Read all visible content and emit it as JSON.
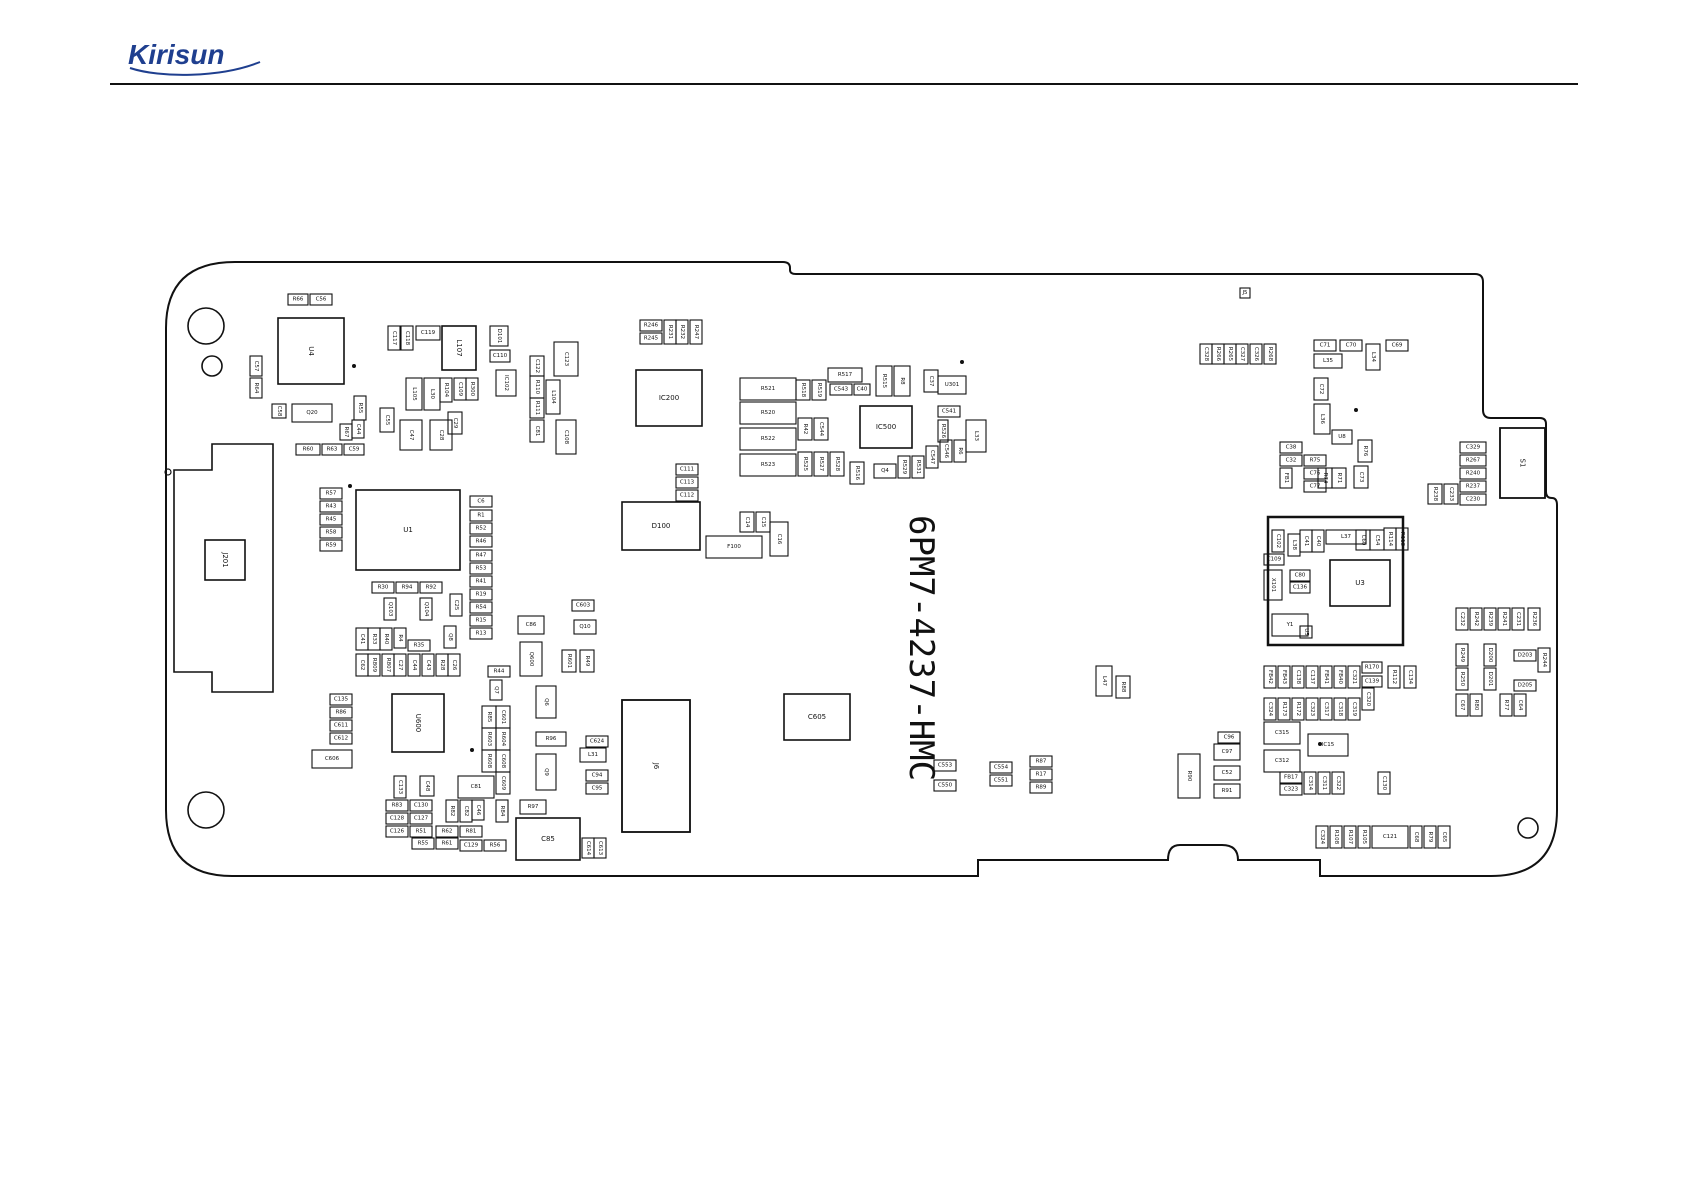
{
  "brand": {
    "logo_text": "Kirisun"
  },
  "board": {
    "part_number": "6PM7-4237-HMC",
    "components": [
      {
        "ref": "R66"
      },
      {
        "ref": "C56"
      },
      {
        "ref": "U4"
      },
      {
        "ref": "C57"
      },
      {
        "ref": "R64"
      },
      {
        "ref": "C58"
      },
      {
        "ref": "Q20"
      },
      {
        "ref": "C117"
      },
      {
        "ref": "C118"
      },
      {
        "ref": "C119"
      },
      {
        "ref": "L107"
      },
      {
        "ref": "D101"
      },
      {
        "ref": "C110"
      },
      {
        "ref": "IC102"
      },
      {
        "ref": "C122"
      },
      {
        "ref": "C123"
      },
      {
        "ref": "R110"
      },
      {
        "ref": "R111"
      },
      {
        "ref": "L104"
      },
      {
        "ref": "C81"
      },
      {
        "ref": "C108"
      },
      {
        "ref": "L105"
      },
      {
        "ref": "L30"
      },
      {
        "ref": "R104"
      },
      {
        "ref": "C109"
      },
      {
        "ref": "R300"
      },
      {
        "ref": "C29"
      },
      {
        "ref": "C28"
      },
      {
        "ref": "C47"
      },
      {
        "ref": "C55"
      },
      {
        "ref": "R55"
      },
      {
        "ref": "R67"
      },
      {
        "ref": "C44"
      },
      {
        "ref": "R60"
      },
      {
        "ref": "R63"
      },
      {
        "ref": "C59"
      },
      {
        "ref": "J201"
      },
      {
        "ref": "R57"
      },
      {
        "ref": "R43"
      },
      {
        "ref": "R45"
      },
      {
        "ref": "R58"
      },
      {
        "ref": "R59"
      },
      {
        "ref": "U1"
      },
      {
        "ref": "C6"
      },
      {
        "ref": "R1"
      },
      {
        "ref": "R52"
      },
      {
        "ref": "R46"
      },
      {
        "ref": "R47"
      },
      {
        "ref": "R53"
      },
      {
        "ref": "R41"
      },
      {
        "ref": "R19"
      },
      {
        "ref": "R54"
      },
      {
        "ref": "R15"
      },
      {
        "ref": "R13"
      },
      {
        "ref": "R30"
      },
      {
        "ref": "R94"
      },
      {
        "ref": "R92"
      },
      {
        "ref": "Q103"
      },
      {
        "ref": "Q104"
      },
      {
        "ref": "C25"
      },
      {
        "ref": "Q8"
      },
      {
        "ref": "C41"
      },
      {
        "ref": "R33"
      },
      {
        "ref": "R40"
      },
      {
        "ref": "R4"
      },
      {
        "ref": "R35"
      },
      {
        "ref": "C62"
      },
      {
        "ref": "R809"
      },
      {
        "ref": "R807"
      },
      {
        "ref": "C27"
      },
      {
        "ref": "C44"
      },
      {
        "ref": "C43"
      },
      {
        "ref": "R28"
      },
      {
        "ref": "C26"
      },
      {
        "ref": "C135"
      },
      {
        "ref": "R86"
      },
      {
        "ref": "C611"
      },
      {
        "ref": "C612"
      },
      {
        "ref": "C606"
      },
      {
        "ref": "U600"
      },
      {
        "ref": "R44"
      },
      {
        "ref": "Q7"
      },
      {
        "ref": "R85"
      },
      {
        "ref": "C601"
      },
      {
        "ref": "R603"
      },
      {
        "ref": "R604"
      },
      {
        "ref": "R608"
      },
      {
        "ref": "C608"
      },
      {
        "ref": "C609"
      },
      {
        "ref": "C133"
      },
      {
        "ref": "C48"
      },
      {
        "ref": "R83"
      },
      {
        "ref": "C130"
      },
      {
        "ref": "C128"
      },
      {
        "ref": "C127"
      },
      {
        "ref": "R82"
      },
      {
        "ref": "C82"
      },
      {
        "ref": "C46"
      },
      {
        "ref": "C81"
      },
      {
        "ref": "R84"
      },
      {
        "ref": "C126"
      },
      {
        "ref": "R51"
      },
      {
        "ref": "R62"
      },
      {
        "ref": "R81"
      },
      {
        "ref": "R55"
      },
      {
        "ref": "R61"
      },
      {
        "ref": "C129"
      },
      {
        "ref": "R56"
      },
      {
        "ref": "R246"
      },
      {
        "ref": "R245"
      },
      {
        "ref": "R231"
      },
      {
        "ref": "R232"
      },
      {
        "ref": "R247"
      },
      {
        "ref": "IC200"
      },
      {
        "ref": "C111"
      },
      {
        "ref": "C113"
      },
      {
        "ref": "C112"
      },
      {
        "ref": "D100"
      },
      {
        "ref": "C14"
      },
      {
        "ref": "C15"
      },
      {
        "ref": "C16"
      },
      {
        "ref": "F100"
      },
      {
        "ref": "C603"
      },
      {
        "ref": "C86"
      },
      {
        "ref": "Q10"
      },
      {
        "ref": "Q600"
      },
      {
        "ref": "R601"
      },
      {
        "ref": "R49"
      },
      {
        "ref": "Q6"
      },
      {
        "ref": "R96"
      },
      {
        "ref": "C624"
      },
      {
        "ref": "L31"
      },
      {
        "ref": "Q9"
      },
      {
        "ref": "C94"
      },
      {
        "ref": "C95"
      },
      {
        "ref": "R97"
      },
      {
        "ref": "C85"
      },
      {
        "ref": "C614"
      },
      {
        "ref": "C613"
      },
      {
        "ref": "J6"
      },
      {
        "ref": "R521"
      },
      {
        "ref": "R520"
      },
      {
        "ref": "R522"
      },
      {
        "ref": "R523"
      },
      {
        "ref": "R518"
      },
      {
        "ref": "R519"
      },
      {
        "ref": "R517"
      },
      {
        "ref": "C543"
      },
      {
        "ref": "C40"
      },
      {
        "ref": "R515"
      },
      {
        "ref": "R8"
      },
      {
        "ref": "C37"
      },
      {
        "ref": "U301"
      },
      {
        "ref": "R42"
      },
      {
        "ref": "C544"
      },
      {
        "ref": "IC500"
      },
      {
        "ref": "C541"
      },
      {
        "ref": "R526"
      },
      {
        "ref": "R525"
      },
      {
        "ref": "R527"
      },
      {
        "ref": "R528"
      },
      {
        "ref": "R516"
      },
      {
        "ref": "Q4"
      },
      {
        "ref": "R529"
      },
      {
        "ref": "R531"
      },
      {
        "ref": "C547"
      },
      {
        "ref": "C546"
      },
      {
        "ref": "R6"
      },
      {
        "ref": "L33"
      },
      {
        "ref": "C605"
      },
      {
        "ref": "C553"
      },
      {
        "ref": "C550"
      },
      {
        "ref": "C554"
      },
      {
        "ref": "C551"
      },
      {
        "ref": "R87"
      },
      {
        "ref": "R17"
      },
      {
        "ref": "R89"
      },
      {
        "ref": "L47"
      },
      {
        "ref": "R88"
      },
      {
        "ref": "R90"
      },
      {
        "ref": "C96"
      },
      {
        "ref": "C97"
      },
      {
        "ref": "C52"
      },
      {
        "ref": "R91"
      },
      {
        "ref": "J5"
      },
      {
        "ref": "C328"
      },
      {
        "ref": "R266"
      },
      {
        "ref": "R265"
      },
      {
        "ref": "C327"
      },
      {
        "ref": "C326"
      },
      {
        "ref": "R268"
      },
      {
        "ref": "C71"
      },
      {
        "ref": "C70"
      },
      {
        "ref": "L34"
      },
      {
        "ref": "C69"
      },
      {
        "ref": "L35"
      },
      {
        "ref": "C72"
      },
      {
        "ref": "L36"
      },
      {
        "ref": "U8"
      },
      {
        "ref": "R76"
      },
      {
        "ref": "C38"
      },
      {
        "ref": "R75"
      },
      {
        "ref": "C32"
      },
      {
        "ref": "C76"
      },
      {
        "ref": "FB1"
      },
      {
        "ref": "R74"
      },
      {
        "ref": "R71"
      },
      {
        "ref": "C73"
      },
      {
        "ref": "C77"
      },
      {
        "ref": "C329"
      },
      {
        "ref": "R267"
      },
      {
        "ref": "R240"
      },
      {
        "ref": "R237"
      },
      {
        "ref": "R238"
      },
      {
        "ref": "C233"
      },
      {
        "ref": "C230"
      },
      {
        "ref": "S1"
      },
      {
        "ref": "C102"
      },
      {
        "ref": "C41"
      },
      {
        "ref": "C40"
      },
      {
        "ref": "L37"
      },
      {
        "ref": "C60"
      },
      {
        "ref": "C54"
      },
      {
        "ref": "R114"
      },
      {
        "ref": "R113"
      },
      {
        "ref": "L38"
      },
      {
        "ref": "C109"
      },
      {
        "ref": "C80"
      },
      {
        "ref": "C136"
      },
      {
        "ref": "X101"
      },
      {
        "ref": "U3"
      },
      {
        "ref": "Y1"
      },
      {
        "ref": "U5"
      },
      {
        "ref": "C232"
      },
      {
        "ref": "R242"
      },
      {
        "ref": "R239"
      },
      {
        "ref": "R241"
      },
      {
        "ref": "C231"
      },
      {
        "ref": "R236"
      },
      {
        "ref": "R249"
      },
      {
        "ref": "D200"
      },
      {
        "ref": "D203"
      },
      {
        "ref": "R244"
      },
      {
        "ref": "R250"
      },
      {
        "ref": "D201"
      },
      {
        "ref": "R80"
      },
      {
        "ref": "R77"
      },
      {
        "ref": "C64"
      },
      {
        "ref": "C67"
      },
      {
        "ref": "D205"
      },
      {
        "ref": "FB42"
      },
      {
        "ref": "FB43"
      },
      {
        "ref": "C138"
      },
      {
        "ref": "C137"
      },
      {
        "ref": "FB41"
      },
      {
        "ref": "FB40"
      },
      {
        "ref": "C321"
      },
      {
        "ref": "R170"
      },
      {
        "ref": "C139"
      },
      {
        "ref": "R112"
      },
      {
        "ref": "C134"
      },
      {
        "ref": "C320"
      },
      {
        "ref": "C324"
      },
      {
        "ref": "R173"
      },
      {
        "ref": "R172"
      },
      {
        "ref": "C323"
      },
      {
        "ref": "C317"
      },
      {
        "ref": "C318"
      },
      {
        "ref": "C319"
      },
      {
        "ref": "C315"
      },
      {
        "ref": "IC15"
      },
      {
        "ref": "C312"
      },
      {
        "ref": "FB17"
      },
      {
        "ref": "C323"
      },
      {
        "ref": "C314"
      },
      {
        "ref": "C311"
      },
      {
        "ref": "C322"
      },
      {
        "ref": "C130"
      },
      {
        "ref": "C324"
      },
      {
        "ref": "R108"
      },
      {
        "ref": "R107"
      },
      {
        "ref": "R105"
      },
      {
        "ref": "C121"
      },
      {
        "ref": "C68"
      },
      {
        "ref": "R79"
      },
      {
        "ref": "C65"
      }
    ]
  }
}
